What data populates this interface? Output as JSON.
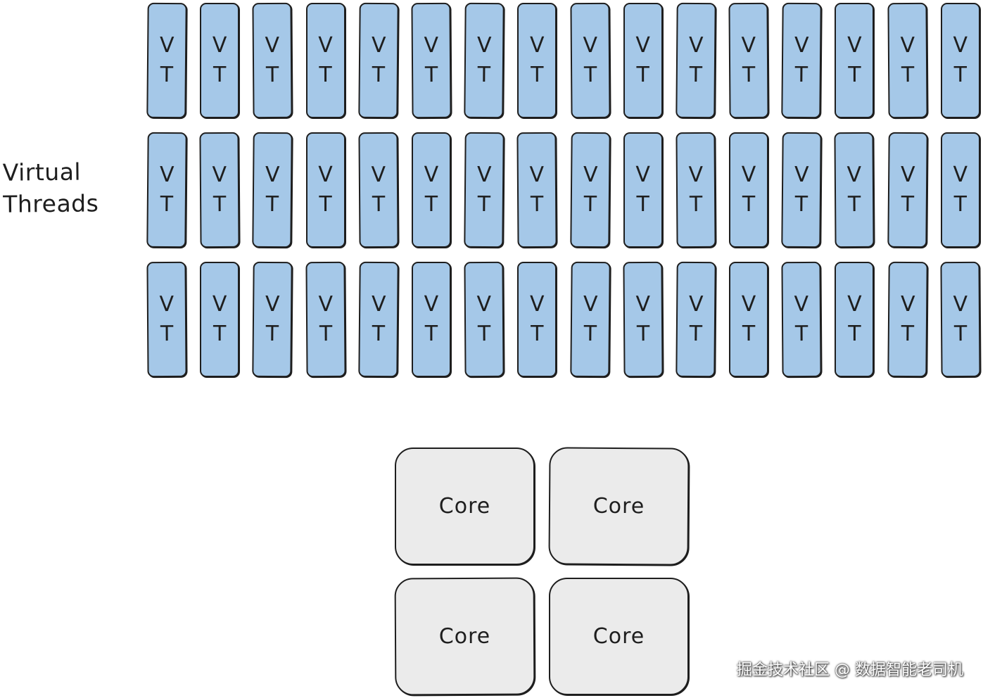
{
  "label": {
    "line1": "Virtual",
    "line2": "Threads"
  },
  "virtual_threads": {
    "rows": 3,
    "columns": 16,
    "box_top_letter": "V",
    "box_bottom_letter": "T",
    "fill_color": "#a5c8e8",
    "stroke_color": "#1e1e1e"
  },
  "cores": {
    "items": [
      "Core",
      "Core",
      "Core",
      "Core"
    ],
    "fill_color": "#ebebeb"
  },
  "watermark": "掘金技术社区 @ 数据智能老司机"
}
